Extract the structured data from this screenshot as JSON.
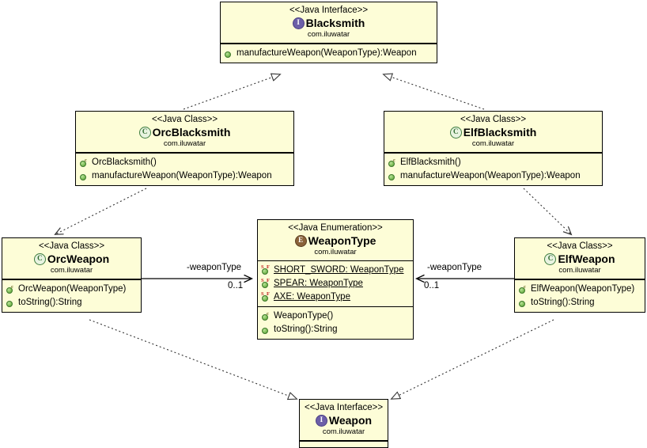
{
  "diagram": {
    "kind": "uml-class-diagram",
    "package": "com.iluwatar",
    "colors": {
      "node_fill": "#fdfdd7",
      "node_border": "#000000",
      "edge": "#444444",
      "interface_icon": "#6c5fa8",
      "class_icon": "#3f7d3f",
      "enum_icon": "#8a6239",
      "member_icon": "#7fbf58",
      "static_marker": "#c02020"
    }
  },
  "nodes": {
    "blacksmith": {
      "stereotype": "<<Java Interface>>",
      "name": "Blacksmith",
      "package": "com.iluwatar",
      "icon": "interface-icon",
      "icon_letter": "I",
      "members": [
        {
          "icon": "method-icon",
          "text": "manufactureWeapon(WeaponType):Weapon",
          "kind": "method"
        }
      ]
    },
    "orc_blacksmith": {
      "stereotype": "<<Java Class>>",
      "name": "OrcBlacksmith",
      "package": "com.iluwatar",
      "icon": "class-icon",
      "icon_letter": "C",
      "members": [
        {
          "icon": "constructor-icon",
          "text": "OrcBlacksmith()",
          "kind": "constructor"
        },
        {
          "icon": "method-icon",
          "text": "manufactureWeapon(WeaponType):Weapon",
          "kind": "method"
        }
      ]
    },
    "elf_blacksmith": {
      "stereotype": "<<Java Class>>",
      "name": "ElfBlacksmith",
      "package": "com.iluwatar",
      "icon": "class-icon",
      "icon_letter": "C",
      "members": [
        {
          "icon": "constructor-icon",
          "text": "ElfBlacksmith()",
          "kind": "constructor"
        },
        {
          "icon": "method-icon",
          "text": "manufactureWeapon(WeaponType):Weapon",
          "kind": "method"
        }
      ]
    },
    "orc_weapon": {
      "stereotype": "<<Java Class>>",
      "name": "OrcWeapon",
      "package": "com.iluwatar",
      "icon": "class-icon",
      "icon_letter": "C",
      "members": [
        {
          "icon": "constructor-icon",
          "text": "OrcWeapon(WeaponType)",
          "kind": "constructor"
        },
        {
          "icon": "method-icon",
          "text": "toString():String",
          "kind": "method"
        }
      ]
    },
    "elf_weapon": {
      "stereotype": "<<Java Class>>",
      "name": "ElfWeapon",
      "package": "com.iluwatar",
      "icon": "class-icon",
      "icon_letter": "C",
      "members": [
        {
          "icon": "constructor-icon",
          "text": "ElfWeapon(WeaponType)",
          "kind": "constructor"
        },
        {
          "icon": "method-icon",
          "text": "toString():String",
          "kind": "method"
        }
      ]
    },
    "weapon_type": {
      "stereotype": "<<Java Enumeration>>",
      "name": "WeaponType",
      "package": "com.iluwatar",
      "icon": "enumeration-icon",
      "icon_letter": "E",
      "fields": [
        {
          "icon": "static-final-field-icon",
          "text": "SHORT_SWORD: WeaponType",
          "kind": "static-final-field"
        },
        {
          "icon": "static-final-field-icon",
          "text": "SPEAR: WeaponType",
          "kind": "static-final-field"
        },
        {
          "icon": "static-final-field-icon",
          "text": "AXE: WeaponType",
          "kind": "static-final-field"
        }
      ],
      "members": [
        {
          "icon": "constructor-icon",
          "text": "WeaponType()",
          "kind": "constructor"
        },
        {
          "icon": "method-icon",
          "text": "toString():String",
          "kind": "method"
        }
      ]
    },
    "weapon": {
      "stereotype": "<<Java Interface>>",
      "name": "Weapon",
      "package": "com.iluwatar",
      "icon": "interface-icon",
      "icon_letter": "I",
      "members": []
    }
  },
  "edges": [
    {
      "id": "orcblacksmith-implements-blacksmith",
      "from": "OrcBlacksmith",
      "to": "Blacksmith",
      "type": "realization",
      "style": "dotted",
      "arrow": "hollow-triangle"
    },
    {
      "id": "elfblacksmith-implements-blacksmith",
      "from": "ElfBlacksmith",
      "to": "Blacksmith",
      "type": "realization",
      "style": "dotted",
      "arrow": "hollow-triangle"
    },
    {
      "id": "orcblacksmith-depends-orcweapon",
      "from": "OrcBlacksmith",
      "to": "OrcWeapon",
      "type": "dependency",
      "style": "dotted",
      "arrow": "open"
    },
    {
      "id": "elfblacksmith-depends-elfweapon",
      "from": "ElfBlacksmith",
      "to": "ElfWeapon",
      "type": "dependency",
      "style": "dotted",
      "arrow": "open"
    },
    {
      "id": "orcweapon-assoc-weapontype",
      "from": "OrcWeapon",
      "to": "WeaponType",
      "type": "association",
      "style": "solid",
      "arrow": "open",
      "label": "-weaponType",
      "multiplicity": "0..1"
    },
    {
      "id": "elfweapon-assoc-weapontype",
      "from": "ElfWeapon",
      "to": "WeaponType",
      "type": "association",
      "style": "solid",
      "arrow": "open",
      "label": "-weaponType",
      "multiplicity": "0..1"
    },
    {
      "id": "orcweapon-implements-weapon",
      "from": "OrcWeapon",
      "to": "Weapon",
      "type": "realization",
      "style": "dotted",
      "arrow": "hollow-triangle"
    },
    {
      "id": "elfweapon-implements-weapon",
      "from": "ElfWeapon",
      "to": "Weapon",
      "type": "realization",
      "style": "dotted",
      "arrow": "hollow-triangle"
    }
  ],
  "edge_labels": {
    "left_role": "-weaponType",
    "left_multiplicity": "0..1",
    "right_role": "-weaponType",
    "right_multiplicity": "0..1"
  }
}
